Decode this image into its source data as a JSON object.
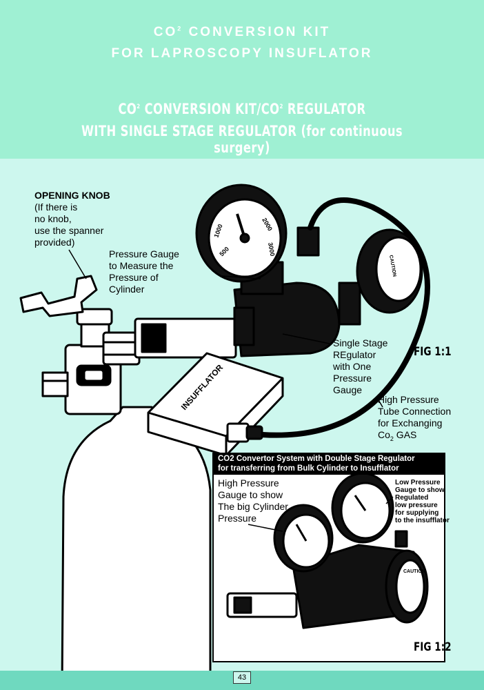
{
  "header": {
    "title_line1_main": "CO",
    "title_line1_sup": "2",
    "title_line1_rest": " CONVERSION KIT",
    "title_line2": "FOR LAPROSCOPY INSUFLATOR",
    "subtitle_line1_a": "CO",
    "subtitle_line1_sup1": "2",
    "subtitle_line1_b": " CONVERSION KIT/CO",
    "subtitle_line1_sup2": "2",
    "subtitle_line1_c": " REGULATOR",
    "subtitle_line2": "WITH SINGLE STAGE REGULATOR (for continuous surgery)"
  },
  "labels": {
    "opening_knob_title": "OPENING KNOB",
    "opening_knob_l1": "(If there is",
    "opening_knob_l2": "no knob,",
    "opening_knob_l3": "use the spanner",
    "opening_knob_l4": "provided)",
    "pressure_gauge_l1": "Pressure Gauge",
    "pressure_gauge_l2": "to Measure the",
    "pressure_gauge_l3": "Pressure of",
    "pressure_gauge_l4": "Cylinder",
    "single_stage_l1": "Single Stage",
    "single_stage_l2": "REgulator",
    "single_stage_l3": "with One",
    "single_stage_l4": "Pressure",
    "single_stage_l5": "Gauge",
    "hp_tube_l1": "High Pressure",
    "hp_tube_l2": "Tube Connection",
    "hp_tube_l3": "for Exchanging",
    "hp_tube_l4a": "Co",
    "hp_tube_l4sub": "2",
    "hp_tube_l4b": " GAS",
    "insufflator": "INSUFFLATOR",
    "fig1": "FIG 1:1",
    "fig2": "FIG 1:2",
    "gauge_1000": "1000",
    "gauge_500": "500",
    "gauge_2000": "2000",
    "gauge_3000": "3000",
    "caution": "CAUTION"
  },
  "inset": {
    "title_l1": "CO2 Convertor System with Double Stage Regulator",
    "title_l2": "for transferring from Bulk Cylinder to Insufflator",
    "hp_gauge_l1": "High Pressure",
    "hp_gauge_l2": "Gauge to show",
    "hp_gauge_l3": "The big Cylinder",
    "hp_gauge_l4": "Pressure",
    "lp_gauge_l1": "Low Pressure",
    "lp_gauge_l2": "Gauge to show",
    "lp_gauge_l3": "Regulated",
    "lp_gauge_l4": "low pressure",
    "lp_gauge_l5": "for supplying",
    "lp_gauge_l6": "to the insufflator",
    "caution": "CAUTION"
  },
  "footer": {
    "page_number": "43"
  },
  "colors": {
    "header_bg": "#9ff0d3",
    "page_bg": "#cdf7ee",
    "footer_bg": "#6fd9bf"
  }
}
